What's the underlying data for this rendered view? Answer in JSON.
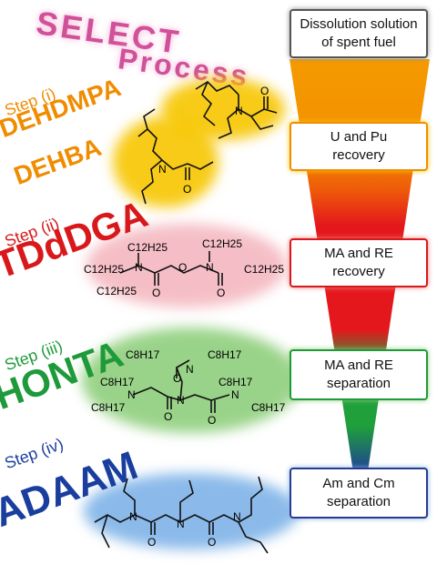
{
  "header": {
    "line1": "SELECT",
    "line2": "Process"
  },
  "steps": [
    {
      "label": "Step (i)",
      "reagents": [
        "DEHDMPA",
        "DEHBA"
      ],
      "color": "#f08c00",
      "glow": "#f7c600"
    },
    {
      "label": "Step (ii)",
      "reagents": [
        "TDdDGA"
      ],
      "color": "#d8181b",
      "glow": "#f4b8c0"
    },
    {
      "label": "Step (iii)",
      "reagents": [
        "HONTA"
      ],
      "color": "#1f9a3a",
      "glow": "#8fcf7d"
    },
    {
      "label": "Step (iv)",
      "reagents": [
        "ADAAM"
      ],
      "color": "#1a3e9e",
      "glow": "#7fb3e8"
    }
  ],
  "stages": [
    {
      "line1": "Dissolution solution",
      "line2": "of spent fuel",
      "border": "#555555"
    },
    {
      "line1": "U and Pu",
      "line2": "recovery",
      "border": "#f08c00"
    },
    {
      "line1": "MA and RE",
      "line2": "recovery",
      "border": "#d8181b"
    },
    {
      "line1": "MA and RE",
      "line2": "separation",
      "border": "#1f9a3a"
    },
    {
      "line1": "Am and Cm",
      "line2": "separation",
      "border": "#2a3a8e"
    }
  ],
  "molecules": {
    "tddga": {
      "chain": "C12H25",
      "atoms": [
        "N",
        "O",
        "N",
        "O",
        "O"
      ]
    },
    "honta": {
      "chain": "C8H17",
      "atoms": [
        "N",
        "N",
        "N",
        "N",
        "O",
        "O",
        "O"
      ]
    },
    "adaam": {
      "atoms": [
        "N",
        "N",
        "N",
        "O",
        "O"
      ]
    },
    "dehba": {
      "atoms": [
        "N",
        "O"
      ]
    },
    "dehdmpa": {
      "atoms": [
        "N",
        "O"
      ]
    }
  }
}
